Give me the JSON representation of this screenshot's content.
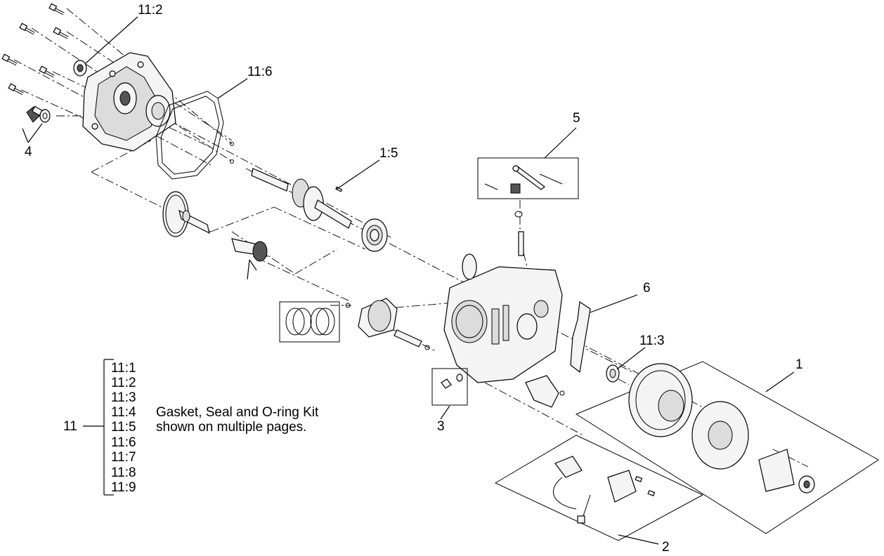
{
  "callouts": {
    "c1": "1",
    "c2": "2",
    "c3": "3",
    "c4": "4",
    "c5": "5",
    "c6": "6",
    "c11_2": "11:2",
    "c11_3": "11:3",
    "c11_6": "11:6",
    "c1_5": "1:5",
    "c11": "11"
  },
  "kit": {
    "items": [
      "11:1",
      "11:2",
      "11:3",
      "11:4",
      "11:5",
      "11:6",
      "11:7",
      "11:8",
      "11:9"
    ],
    "note_line1": "Gasket, Seal and O-ring Kit",
    "note_line2": "shown on multiple pages."
  }
}
